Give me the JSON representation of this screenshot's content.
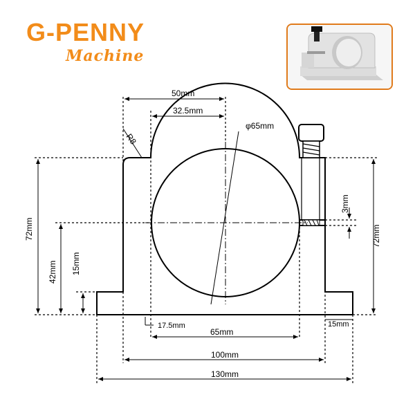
{
  "brand": {
    "name": "G-PENNY",
    "subtitle": "Machine",
    "color": "#f28c1a"
  },
  "photo": {
    "description_icon": "spindle-clamp-photo",
    "border_color": "#e07a1a"
  },
  "dimensions": {
    "width_top": "50mm",
    "half_bore_offset": "32.5mm",
    "bore_diameter": "φ65mm",
    "radius": "R8",
    "height_left": "72mm",
    "height_right": "72mm",
    "center_height": "42mm",
    "base_height": "15mm",
    "slot_gap": "3mm",
    "bolt_hole_offset": "17.5mm",
    "bore_width": "65mm",
    "hole_spacing": "100mm",
    "overall_width": "130mm",
    "foot_width": "15mm"
  }
}
